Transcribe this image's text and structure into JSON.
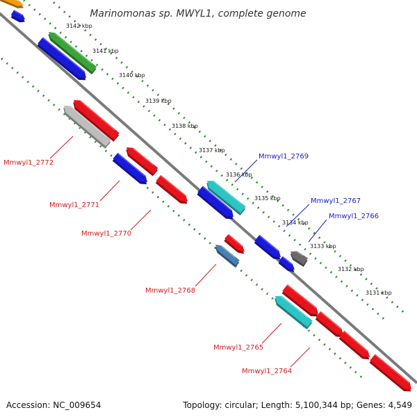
{
  "title": "Marinomonas sp. MWYL1, complete genome",
  "footer": {
    "accession": "Accession: NC_009654",
    "summary": "Topology: circular; Length: 5,100,344 bp; Genes: 4,549"
  },
  "ticks": [
    "3142 kbp",
    "3141 kbp",
    "3140 kbp",
    "3139 kbp",
    "3138 kbp",
    "3137 kbp",
    "3136 kbp",
    "3135 kbp",
    "3134 kbp",
    "3133 kbp",
    "3132 kbp",
    "3131 kbp"
  ],
  "colors": {
    "backbone": "#7a7a7a",
    "tick_dots": "#2e8b2e",
    "cds_red": "#e8141c",
    "cds_blue": "#1a1adc",
    "cds_green": "#3aa33a",
    "cds_cyan": "#2ec4c4",
    "cds_grey": "#bdbdbd",
    "cds_darkgrey": "#6b6b6b",
    "cds_steel": "#4a7fb5",
    "cds_orange": "#f39c12",
    "label_red": "#d11a1a",
    "label_blue": "#1a1ad1"
  },
  "genes": [
    {
      "color": "cds_orange",
      "label": ""
    },
    {
      "color": "cds_blue",
      "label": ""
    },
    {
      "color": "cds_green",
      "label": ""
    },
    {
      "color": "cds_blue",
      "label": ""
    },
    {
      "color": "cds_red",
      "label": ""
    },
    {
      "color": "cds_grey",
      "label": "Mmwyl1_2772"
    },
    {
      "color": "cds_red",
      "label": ""
    },
    {
      "color": "cds_blue",
      "label": "Mmwyl1_2771"
    },
    {
      "color": "cds_red",
      "label": "Mmwyl1_2770"
    },
    {
      "color": "cds_cyan",
      "label": "Mmwyl1_2769"
    },
    {
      "color": "cds_blue",
      "label": ""
    },
    {
      "color": "cds_blue",
      "label": "Mmwyl1_2767"
    },
    {
      "color": "cds_darkgrey",
      "label": "Mmwyl1_2766"
    },
    {
      "color": "cds_blue",
      "label": ""
    },
    {
      "color": "cds_red",
      "label": ""
    },
    {
      "color": "cds_steel",
      "label": "Mmwyl1_2768"
    },
    {
      "color": "cds_red",
      "label": ""
    },
    {
      "color": "cds_cyan",
      "label": "Mmwyl1_2765"
    },
    {
      "color": "cds_red",
      "label": ""
    },
    {
      "color": "cds_red",
      "label": ""
    },
    {
      "color": "cds_red",
      "label": "Mmwyl1_2764"
    }
  ]
}
